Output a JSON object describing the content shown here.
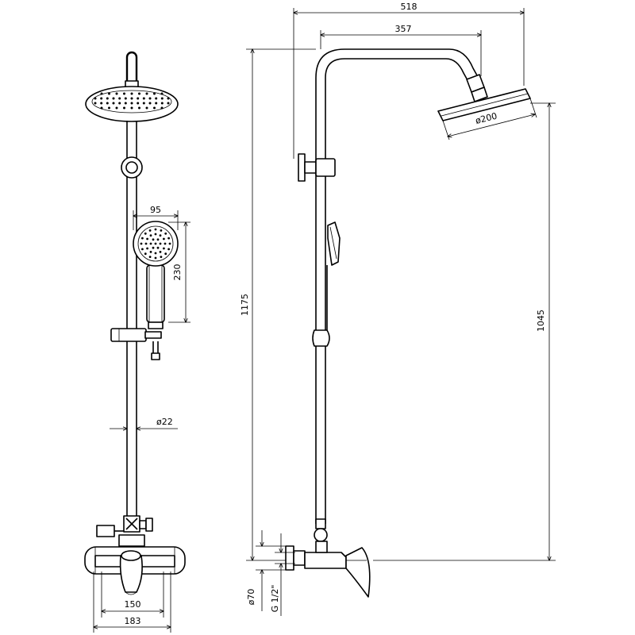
{
  "dimensions": {
    "overall_width": "518",
    "arm_length": "357",
    "head_diameter": "ø200",
    "total_height": "1175",
    "head_height": "1045",
    "hand_shower_width": "95",
    "hand_shower_length": "230",
    "rail_diameter": "ø22",
    "connector_spacing": "150",
    "mixer_width": "183",
    "rosette_diameter": "ø70",
    "thread": "G 1/2\""
  }
}
